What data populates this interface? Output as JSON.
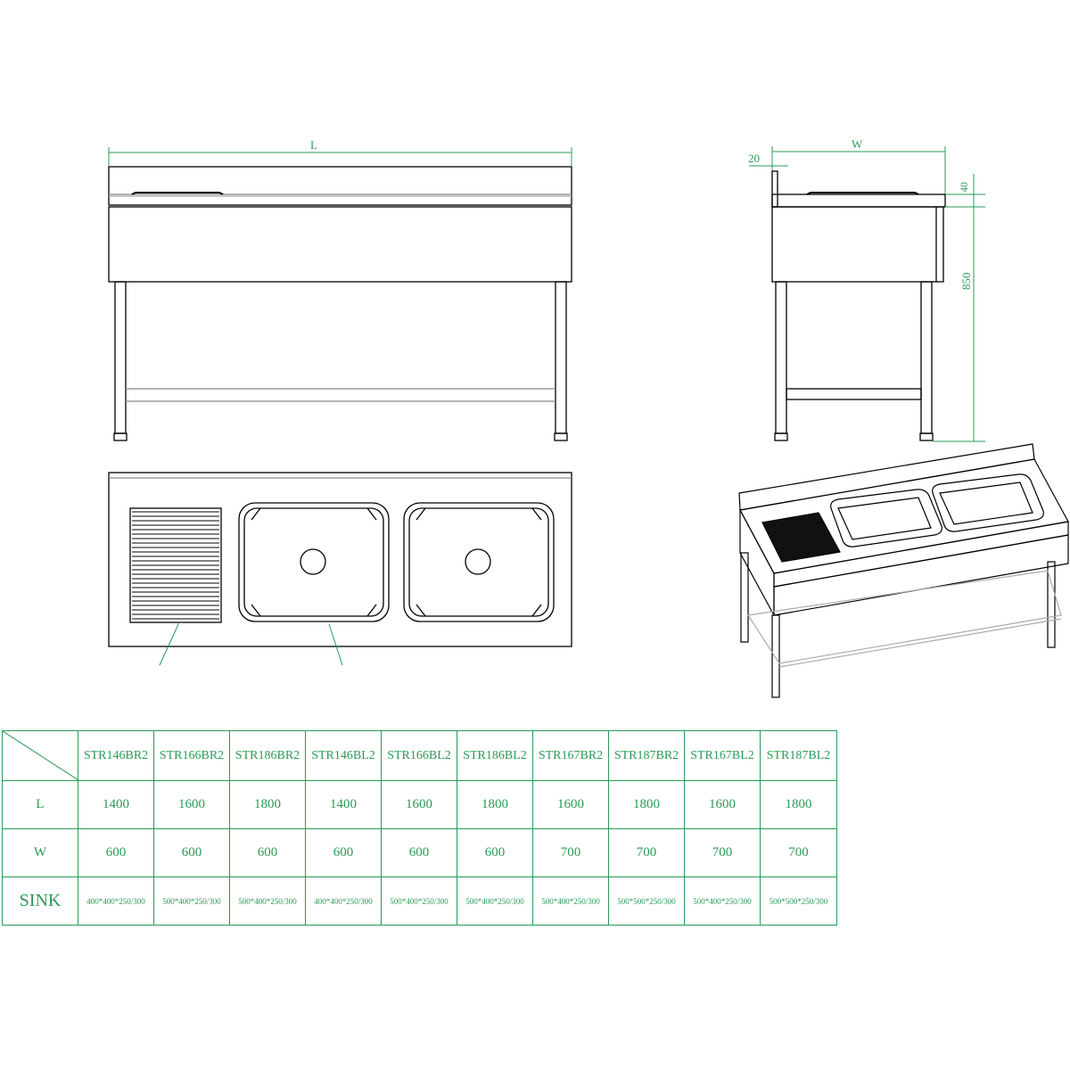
{
  "dimensions": {
    "length": "L",
    "width": "W",
    "backsplash": "20",
    "top_thickness": "40",
    "height": "850"
  },
  "table": {
    "models": [
      "STR146BR2",
      "STR166BR2",
      "STR186BR2",
      "STR146BL2",
      "STR166BL2",
      "STR186BL2",
      "STR167BR2",
      "STR187BR2",
      "STR167BL2",
      "STR187BL2"
    ],
    "rows": [
      {
        "label": "L",
        "values": [
          "1400",
          "1600",
          "1800",
          "1400",
          "1600",
          "1800",
          "1600",
          "1800",
          "1600",
          "1800"
        ]
      },
      {
        "label": "W",
        "values": [
          "600",
          "600",
          "600",
          "600",
          "600",
          "600",
          "700",
          "700",
          "700",
          "700"
        ]
      },
      {
        "label": "SINK",
        "values": [
          "400*400*250/300",
          "500*400*250/300",
          "500*400*250/300",
          "400*400*250/300",
          "500*400*250/300",
          "500*400*250/300",
          "500*400*250/300",
          "500*500*250/300",
          "500*400*250/300",
          "500*500*250/300"
        ]
      }
    ]
  },
  "colors": {
    "accent": "#2a9a55",
    "line": "#000000"
  }
}
